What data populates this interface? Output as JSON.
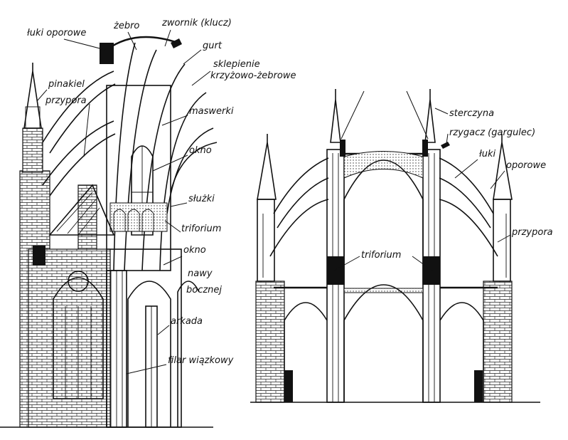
{
  "labels": {
    "luki_oporowe_left": "łuki oporowe",
    "zebro": "żebro",
    "zwornik": "zwornik (klucz)",
    "gurt": "gurt",
    "sklepienie_1": "sklepienie",
    "sklepienie_2": "krzyżowo-żebrowe",
    "pinakiel": "pinakiel",
    "przypora_left": "przypora",
    "maswerki": "maswerki",
    "okno": "okno",
    "sluzki": "służki",
    "triforium_left": "triforium",
    "okno_nawy_1": "okno",
    "okno_nawy_2": "nawy",
    "okno_nawy_3": "bocznej",
    "arkada": "arkada",
    "filar": "filar wiązkowy",
    "sterczyna": "sterczyna",
    "rzygacz": "rzygacz (gargulec)",
    "luki_oporowe_right_1": "łuki",
    "luki_oporowe_right_2": "oporowe",
    "triforium_right": "triforium",
    "przypora_right": "przypora"
  },
  "colors": {
    "ink": "#111111",
    "paper": "#ffffff"
  }
}
